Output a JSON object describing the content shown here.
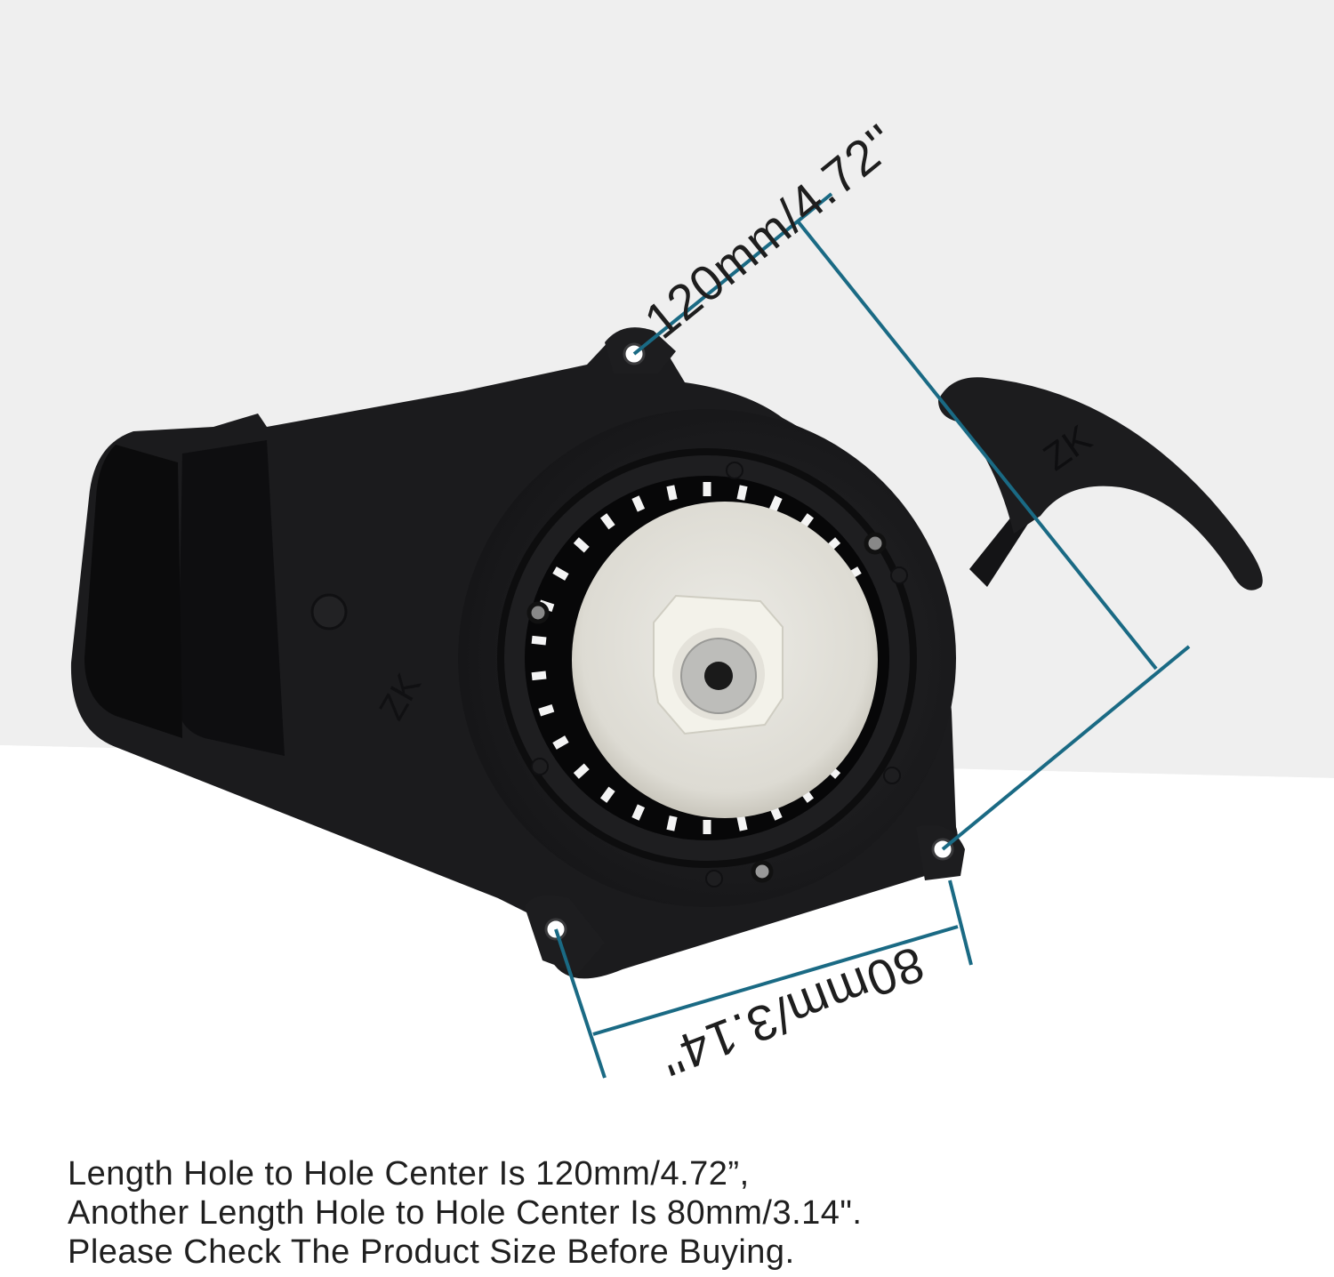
{
  "product": {
    "name": "Pull start recoil starter",
    "brand_mark": "ZK"
  },
  "dimensions": {
    "hole_spacing_long": {
      "label": "120mm/4.72''",
      "value_mm": 120,
      "value_in": 4.72
    },
    "hole_spacing_short": {
      "label": "80mm/3.14''",
      "value_mm": 80,
      "value_in": 3.14
    }
  },
  "caption": {
    "lines": [
      "Length Hole to Hole Center Is 120mm/4.72”,",
      "Another Length Hole to Hole Center Is 80mm/3.14\".",
      "Please Check The Product Size Before Buying."
    ]
  },
  "colors": {
    "background_top": "#efefef",
    "background_bottom": "#ffffff",
    "dimension_line": "#1a6a84",
    "housing": "#1c1c1e",
    "pulley": "#e6e5df",
    "text": "#1f1f1f"
  }
}
